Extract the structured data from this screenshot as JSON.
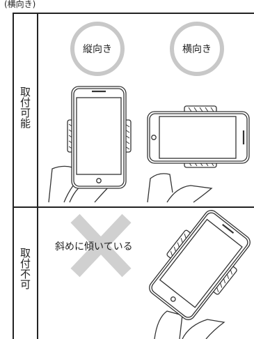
{
  "header": {
    "top_label": "(横向き)"
  },
  "sections": {
    "allowed": {
      "label": "取付可能",
      "portrait_caption": "縦向き",
      "landscape_caption": "横向き"
    },
    "not_allowed": {
      "label": "取付不可",
      "annotation": "斜めに傾いている"
    }
  },
  "colors": {
    "line": "#222222",
    "ring": "#c8c8c8",
    "cross": "#d0d0d0",
    "phone_outline": "#333333"
  }
}
